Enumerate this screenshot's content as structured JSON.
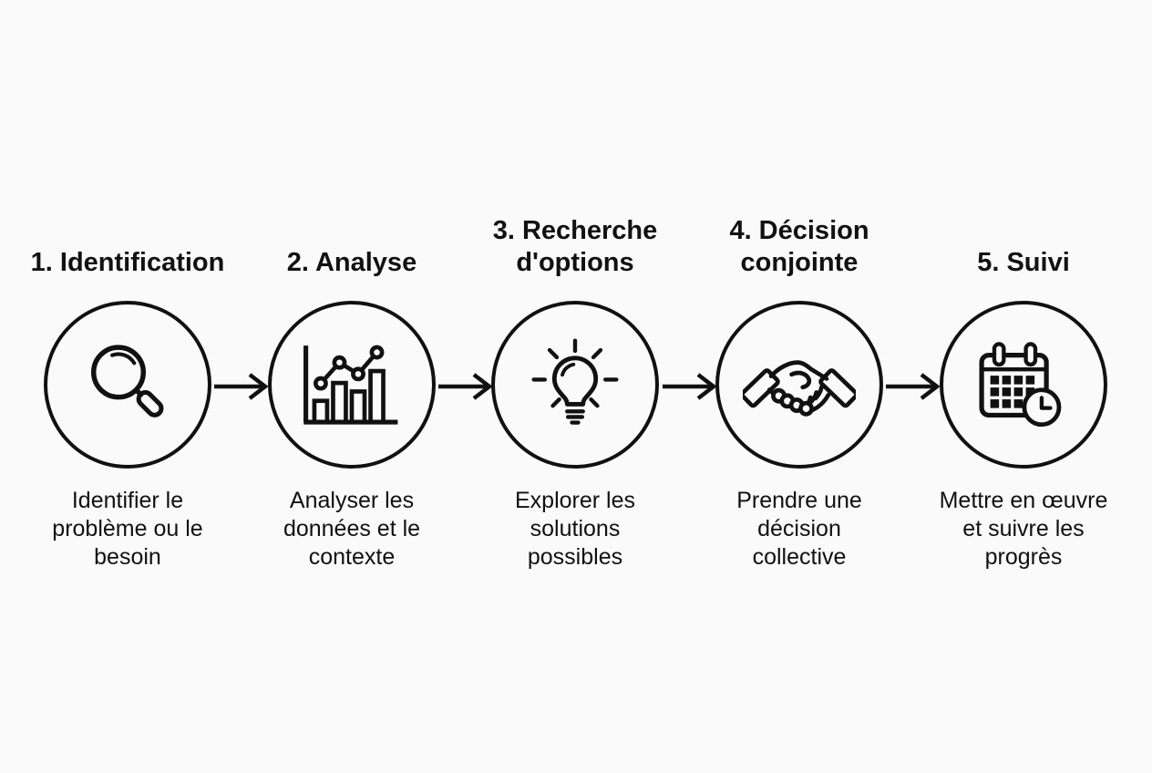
{
  "diagram": {
    "language": "fr",
    "background_color": "#fafafa",
    "line_color": "#111111",
    "text_color": "#111111",
    "connector_icon": "arrow-right-icon",
    "connector_count": 4
  },
  "steps": [
    {
      "number": "1",
      "icon": "search-icon",
      "title": "1. Identification",
      "title_lines": [
        "1. Identification"
      ],
      "caption": "Identifier le problème ou le besoin",
      "caption_lines": [
        "Identifier le",
        "problème ou le",
        "besoin"
      ]
    },
    {
      "number": "2",
      "icon": "bar-chart-icon",
      "title": "2. Analyse",
      "title_lines": [
        "2. Analyse"
      ],
      "caption": "Analyser les données et le contexte",
      "caption_lines": [
        "Analyser les",
        "données et le",
        "contexte"
      ]
    },
    {
      "number": "3",
      "icon": "lightbulb-icon",
      "title": "3. Recherche d'options",
      "title_lines": [
        "3. Recherche",
        "d'options"
      ],
      "caption": "Explorer les solutions possibles",
      "caption_lines": [
        "Explorer les",
        "solutions",
        "possibles"
      ]
    },
    {
      "number": "4",
      "icon": "handshake-icon",
      "title": "4. Décision conjointe",
      "title_lines": [
        "4. Décision",
        "conjointe"
      ],
      "caption": "Prendre une décision collective",
      "caption_lines": [
        "Prendre une",
        "décision",
        "collective"
      ]
    },
    {
      "number": "5",
      "icon": "calendar-clock-icon",
      "title": "5. Suivi",
      "title_lines": [
        "5. Suivi"
      ],
      "caption": "Mettre en œuvre et suivre les progrès",
      "caption_lines": [
        "Mettre en œuvre",
        "et suivre les",
        "progrès"
      ]
    }
  ]
}
